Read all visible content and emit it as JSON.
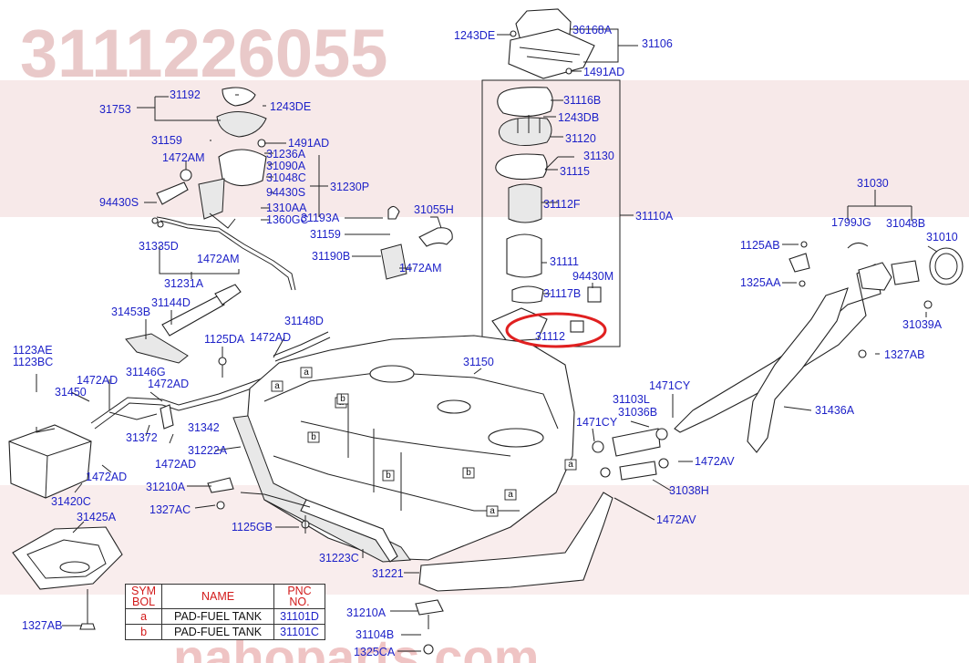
{
  "watermark": {
    "part_number": "3111226055",
    "bottom_text": "nahoparts.com"
  },
  "labels": [
    {
      "id": "1243DE-top",
      "text": "1243DE"
    },
    {
      "id": "36168A",
      "text": "36168A"
    },
    {
      "id": "31106",
      "text": "31106"
    },
    {
      "id": "1491AD-top",
      "text": "1491AD"
    },
    {
      "id": "31116B",
      "text": "31116B"
    },
    {
      "id": "1243DB",
      "text": "1243DB"
    },
    {
      "id": "31120",
      "text": "31120"
    },
    {
      "id": "31130",
      "text": "31130"
    },
    {
      "id": "31115",
      "text": "31115"
    },
    {
      "id": "31112F",
      "text": "31112F"
    },
    {
      "id": "31110A",
      "text": "31110A"
    },
    {
      "id": "31111",
      "text": "31111"
    },
    {
      "id": "94430M",
      "text": "94430M"
    },
    {
      "id": "31117B",
      "text": "31117B"
    },
    {
      "id": "31112",
      "text": "31112"
    },
    {
      "id": "31192",
      "text": "31192"
    },
    {
      "id": "31753",
      "text": "31753"
    },
    {
      "id": "1243DE-left",
      "text": "1243DE"
    },
    {
      "id": "31159-a",
      "text": "31159"
    },
    {
      "id": "1491AD-left",
      "text": "1491AD"
    },
    {
      "id": "1472AM-a",
      "text": "1472AM"
    },
    {
      "id": "31236A",
      "text": "31236A"
    },
    {
      "id": "31090A",
      "text": "31090A"
    },
    {
      "id": "31048C",
      "text": "31048C"
    },
    {
      "id": "31230P",
      "text": "31230P"
    },
    {
      "id": "94430S-a",
      "text": "94430S"
    },
    {
      "id": "94430S-b",
      "text": "94430S"
    },
    {
      "id": "1310AA",
      "text": "1310AA"
    },
    {
      "id": "1360GC",
      "text": "1360GC"
    },
    {
      "id": "31193A",
      "text": "31193A"
    },
    {
      "id": "31055H",
      "text": "31055H"
    },
    {
      "id": "31159-b",
      "text": "31159"
    },
    {
      "id": "31190B",
      "text": "31190B"
    },
    {
      "id": "1472AM-b",
      "text": "1472AM"
    },
    {
      "id": "31335D",
      "text": "31335D"
    },
    {
      "id": "1472AM-c",
      "text": "1472AM"
    },
    {
      "id": "31231A",
      "text": "31231A"
    },
    {
      "id": "31453B",
      "text": "31453B"
    },
    {
      "id": "31144D",
      "text": "31144D"
    },
    {
      "id": "31148D",
      "text": "31148D"
    },
    {
      "id": "1125DA",
      "text": "1125DA"
    },
    {
      "id": "1472AD-a",
      "text": "1472AD"
    },
    {
      "id": "1123AE",
      "text": "1123AE"
    },
    {
      "id": "1123BC",
      "text": "1123BC"
    },
    {
      "id": "1472AD-b",
      "text": "1472AD"
    },
    {
      "id": "31146G",
      "text": "31146G"
    },
    {
      "id": "1472AD-c",
      "text": "1472AD"
    },
    {
      "id": "31450",
      "text": "31450"
    },
    {
      "id": "31342",
      "text": "31342"
    },
    {
      "id": "31372",
      "text": "31372"
    },
    {
      "id": "1472AD-d",
      "text": "1472AD"
    },
    {
      "id": "1472AD-e",
      "text": "1472AD"
    },
    {
      "id": "31222A",
      "text": "31222A"
    },
    {
      "id": "31150",
      "text": "31150"
    },
    {
      "id": "31420C",
      "text": "31420C"
    },
    {
      "id": "31210A-a",
      "text": "31210A"
    },
    {
      "id": "1327AC",
      "text": "1327AC"
    },
    {
      "id": "31425A",
      "text": "31425A"
    },
    {
      "id": "1125GB",
      "text": "1125GB"
    },
    {
      "id": "31223C",
      "text": "31223C"
    },
    {
      "id": "31221",
      "text": "31221"
    },
    {
      "id": "31210A-b",
      "text": "31210A"
    },
    {
      "id": "31104B",
      "text": "31104B"
    },
    {
      "id": "1325CA",
      "text": "1325CA"
    },
    {
      "id": "1327AB-left",
      "text": "1327AB"
    },
    {
      "id": "31030",
      "text": "31030"
    },
    {
      "id": "1799JG",
      "text": "1799JG"
    },
    {
      "id": "31048B",
      "text": "31048B"
    },
    {
      "id": "31010",
      "text": "31010"
    },
    {
      "id": "1125AB",
      "text": "1125AB"
    },
    {
      "id": "1325AA",
      "text": "1325AA"
    },
    {
      "id": "31039A",
      "text": "31039A"
    },
    {
      "id": "1327AB-right",
      "text": "1327AB"
    },
    {
      "id": "31436A",
      "text": "31436A"
    },
    {
      "id": "1471CY-a",
      "text": "1471CY"
    },
    {
      "id": "31103L",
      "text": "31103L"
    },
    {
      "id": "31036B",
      "text": "31036B"
    },
    {
      "id": "1471CY-b",
      "text": "1471CY"
    },
    {
      "id": "1472AV-a",
      "text": "1472AV"
    },
    {
      "id": "31038H",
      "text": "31038H"
    },
    {
      "id": "1472AV-b",
      "text": "1472AV"
    }
  ],
  "tank_marks": [
    "a",
    "a",
    "a",
    "b",
    "b",
    "b",
    "a",
    "a",
    "b",
    "a"
  ],
  "highlight": {
    "label": "31112",
    "color": "#e02020"
  },
  "legend": {
    "headers": [
      "SYM\nBOL",
      "NAME",
      "PNC\nNO."
    ],
    "rows": [
      {
        "symbol": "a",
        "name": "PAD-FUEL TANK",
        "pnc": "31101D"
      },
      {
        "symbol": "b",
        "name": "PAD-FUEL TANK",
        "pnc": "31101C"
      }
    ]
  },
  "colors": {
    "label": "#1e22c8",
    "highlight": "#e02020",
    "watermark": "#e9c9c9"
  }
}
